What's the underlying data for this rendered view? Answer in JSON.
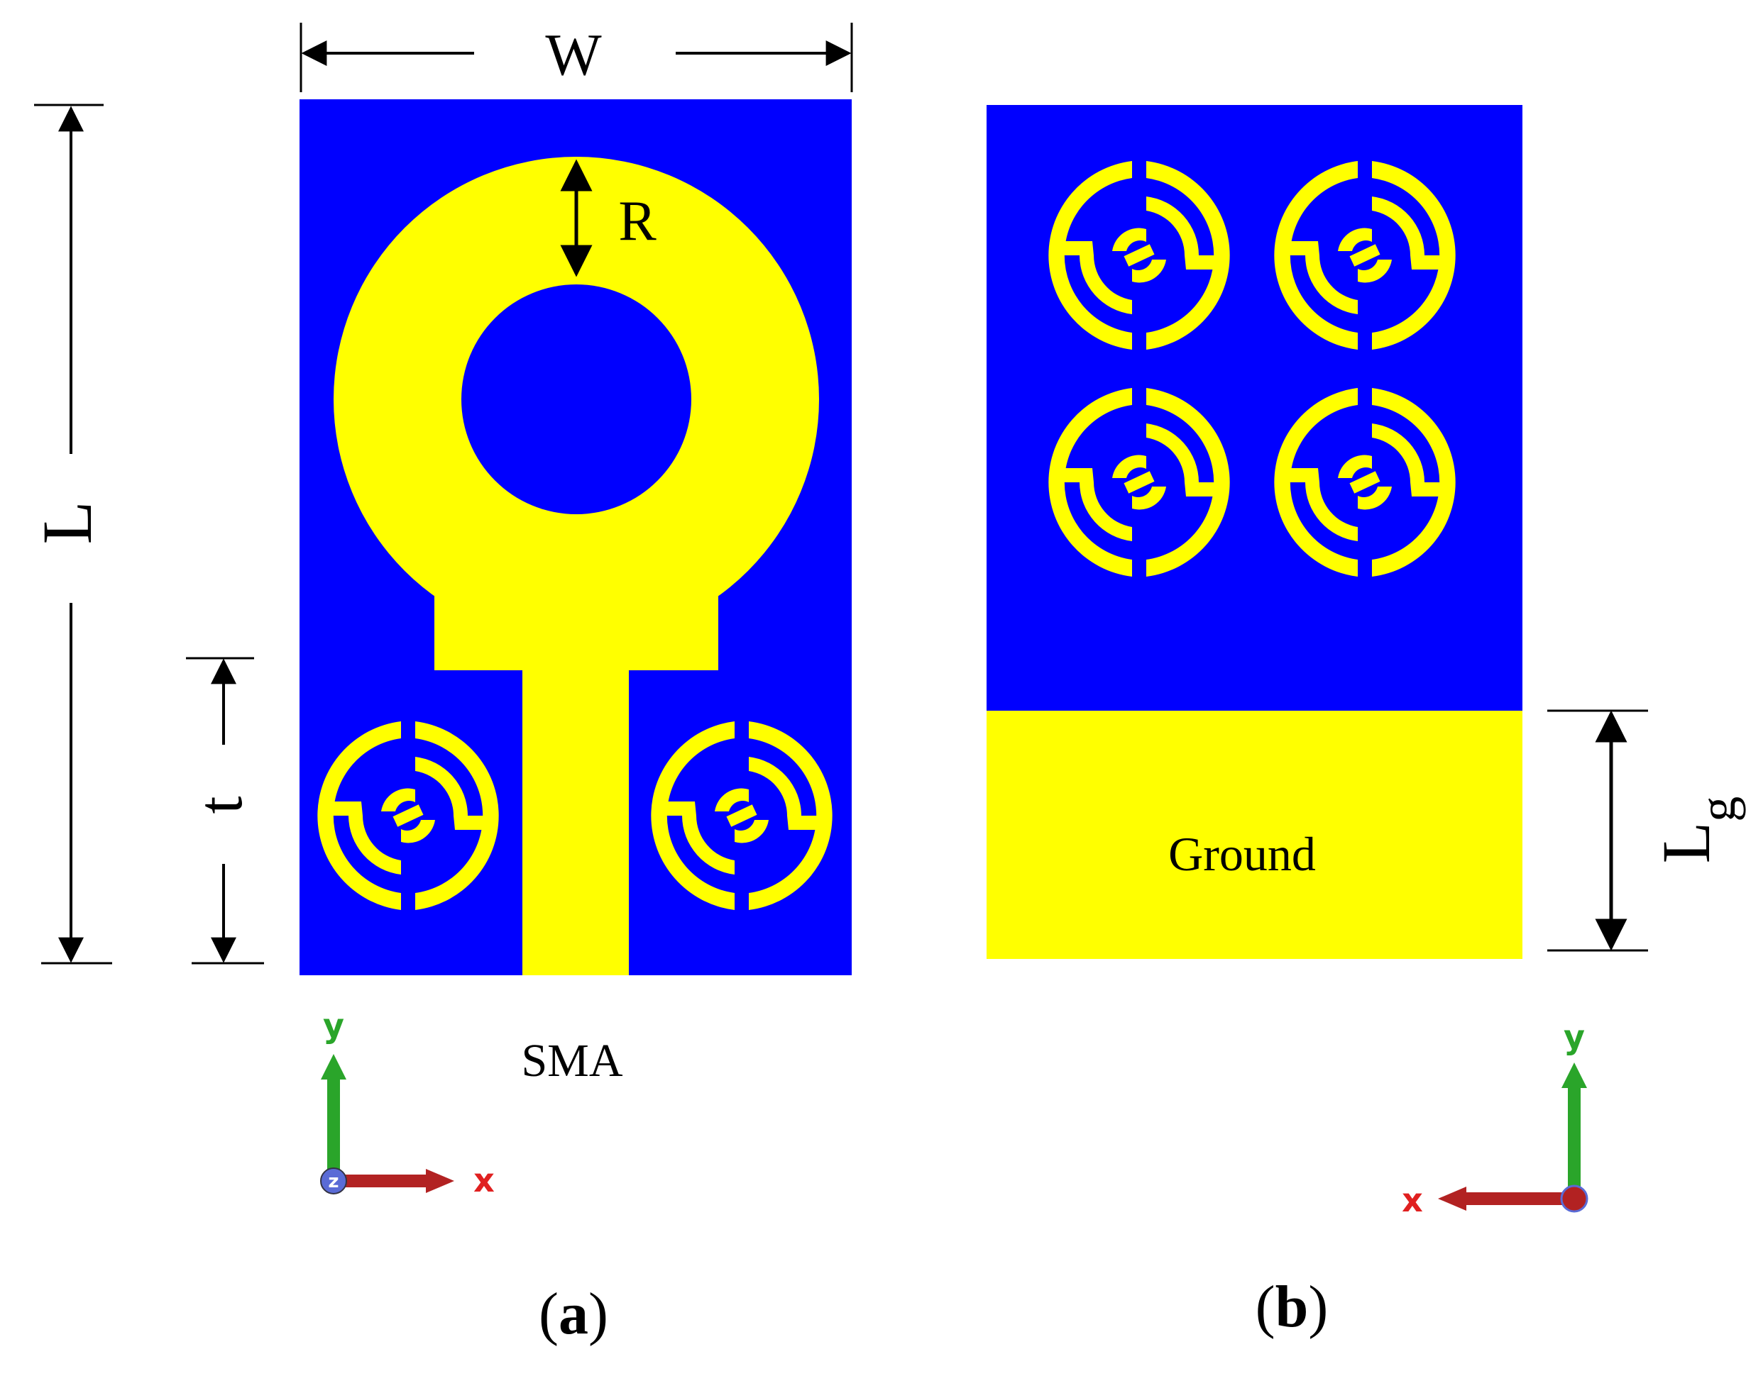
{
  "colors": {
    "substrate": "#0000ff",
    "metal": "#ffff00",
    "dimension": "#000000",
    "axis_y": "#2aa52a",
    "axis_x": "#b22222",
    "axis_z": "#5a6bd6"
  },
  "panel_a": {
    "label_open": "(",
    "label_letter": "a",
    "label_close": ")",
    "dim_width": "W",
    "dim_length": "L",
    "dim_ring": "R",
    "dim_t": "t",
    "feed_label": "SMA",
    "axis_y": "y",
    "axis_x": "x",
    "axis_z": "z"
  },
  "panel_b": {
    "label_open": "(",
    "label_letter": "b",
    "label_close": ")",
    "ground_label": "Ground",
    "dim_lg_main": "L",
    "dim_lg_sub": "g",
    "axis_y": "y",
    "axis_x": "x"
  },
  "icons": {
    "resonator": "split-ring-resonator-icon",
    "arrow": "arrow-head-icon"
  }
}
